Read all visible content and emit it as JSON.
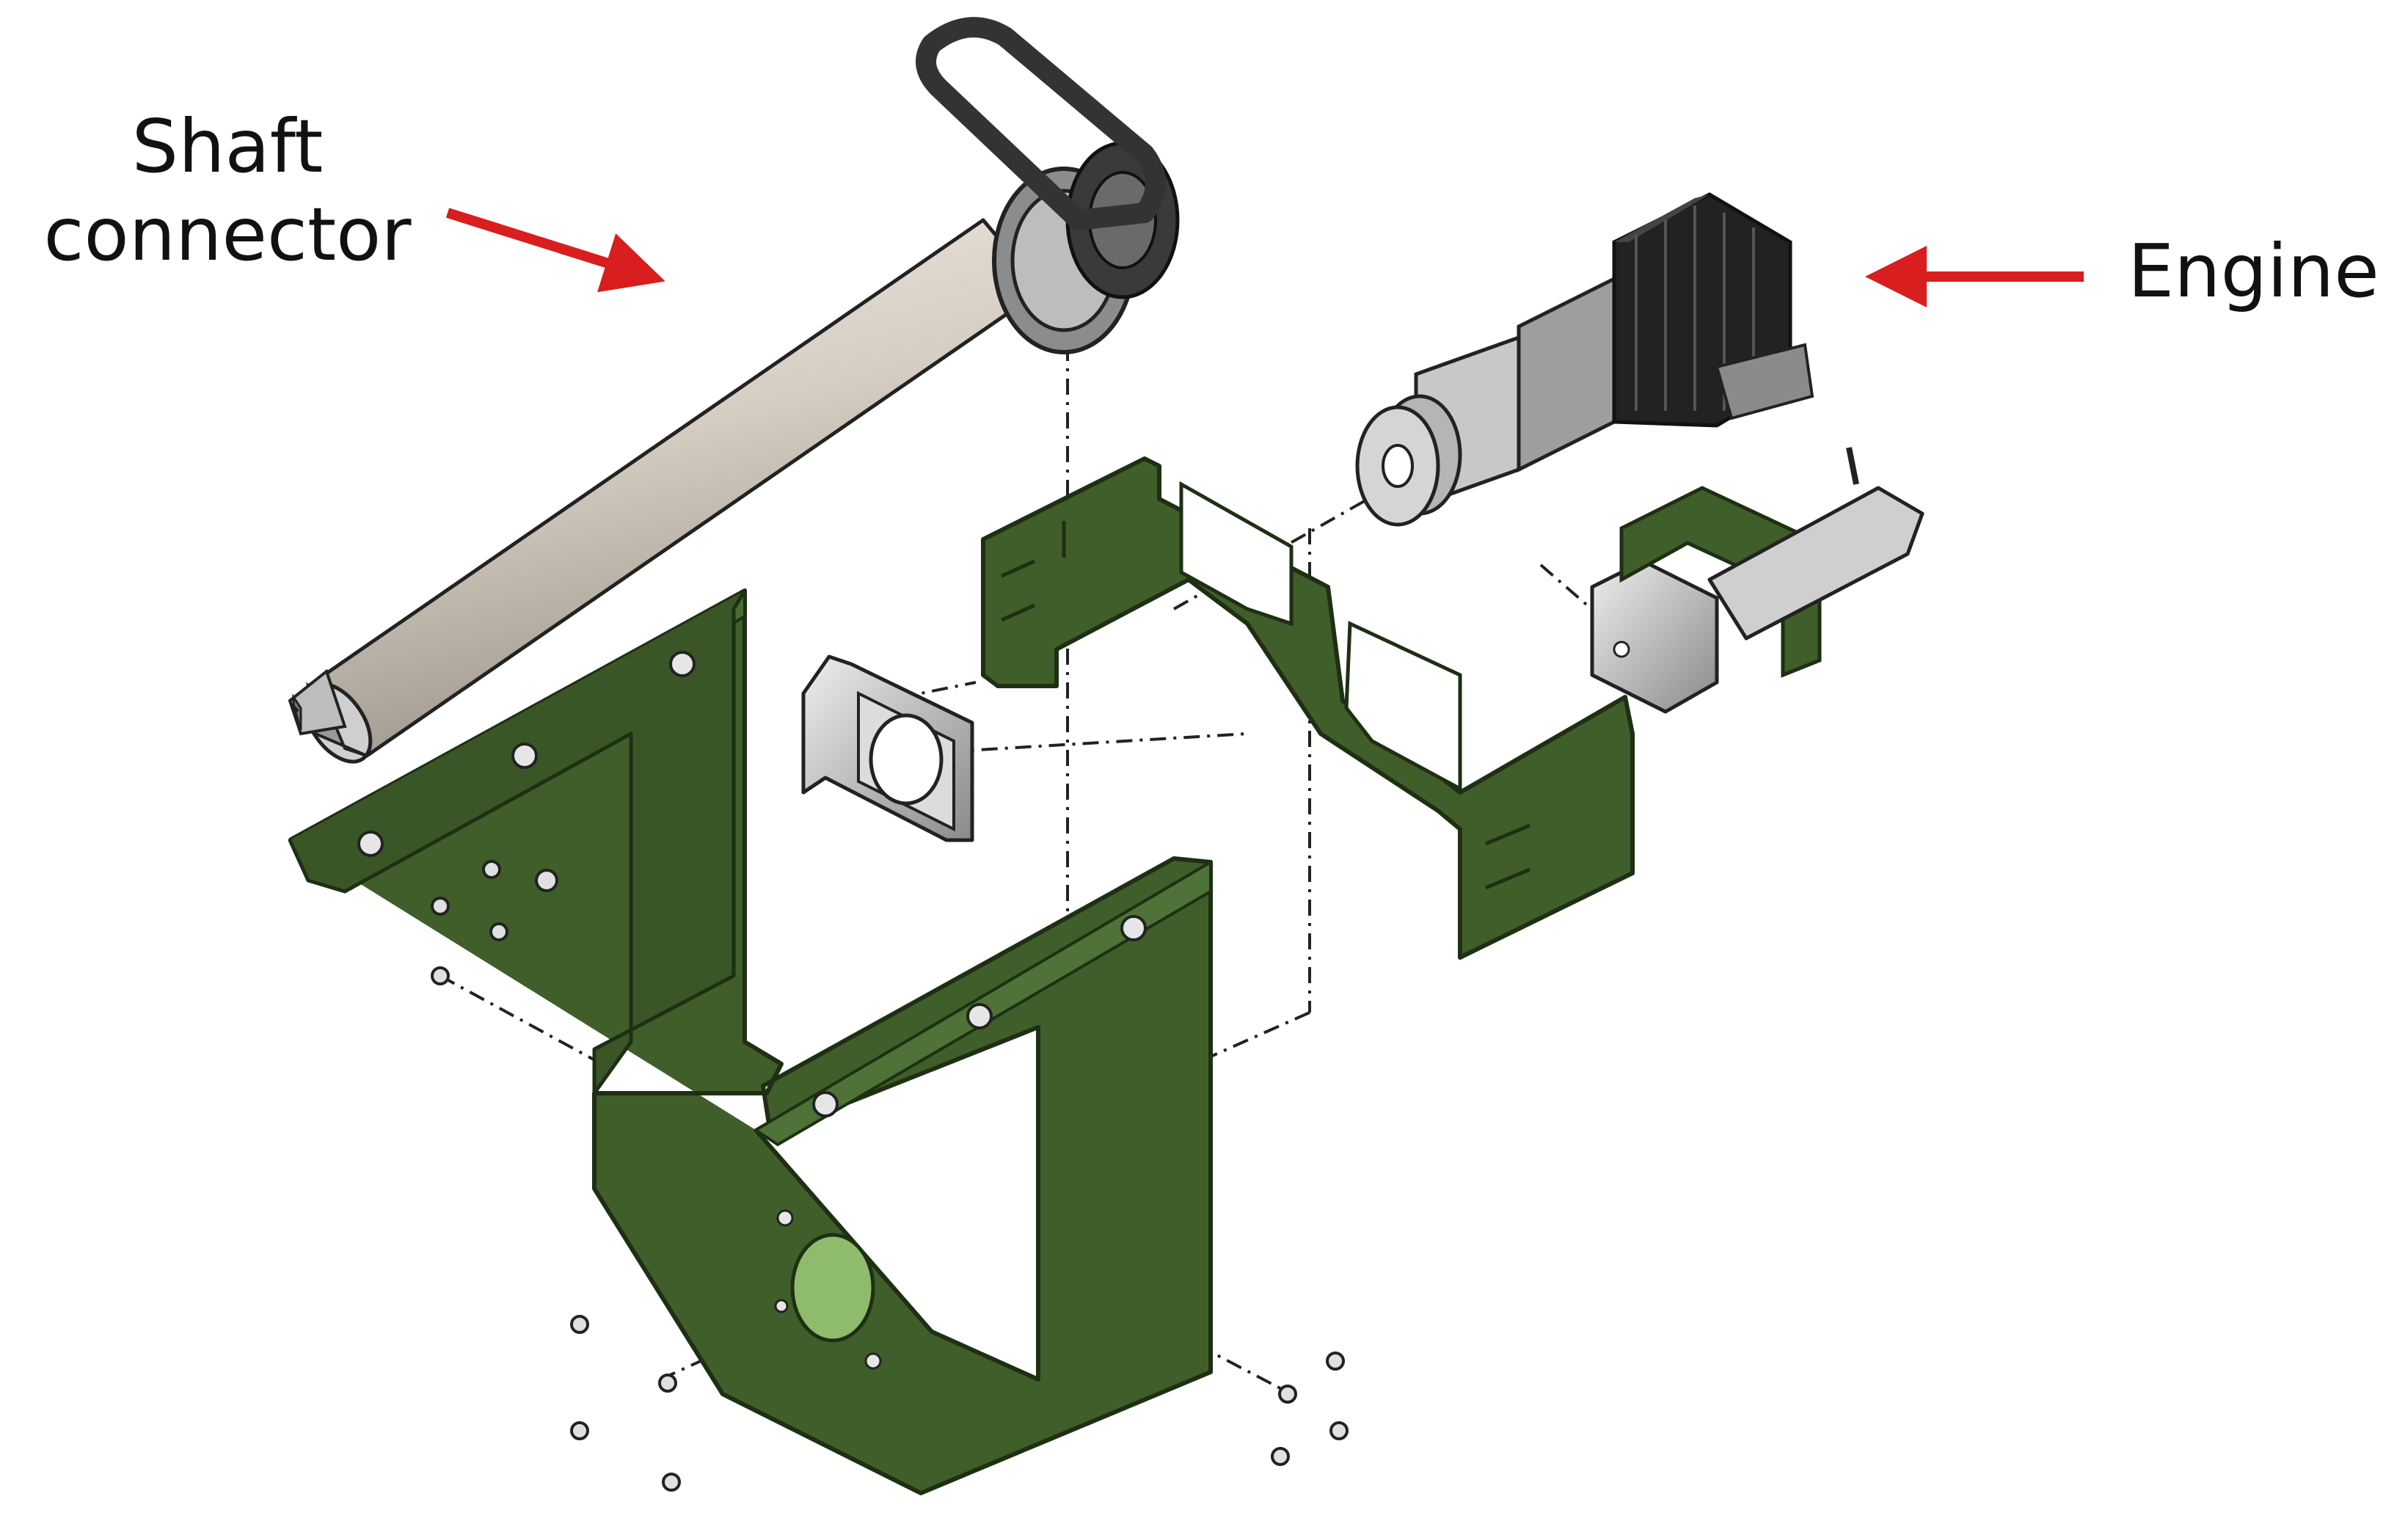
{
  "labels": {
    "shaft_line1": "Shaft",
    "shaft_line2": "connector",
    "engine": "Engine"
  },
  "colors": {
    "plate_green": "#3f5e2a",
    "plate_edge": "#1e2f13",
    "arrow_red": "#d81e1e",
    "shaft_beige": "#d8d0c6",
    "motor_black": "#222222",
    "metal_grey": "#b8b8b8"
  }
}
